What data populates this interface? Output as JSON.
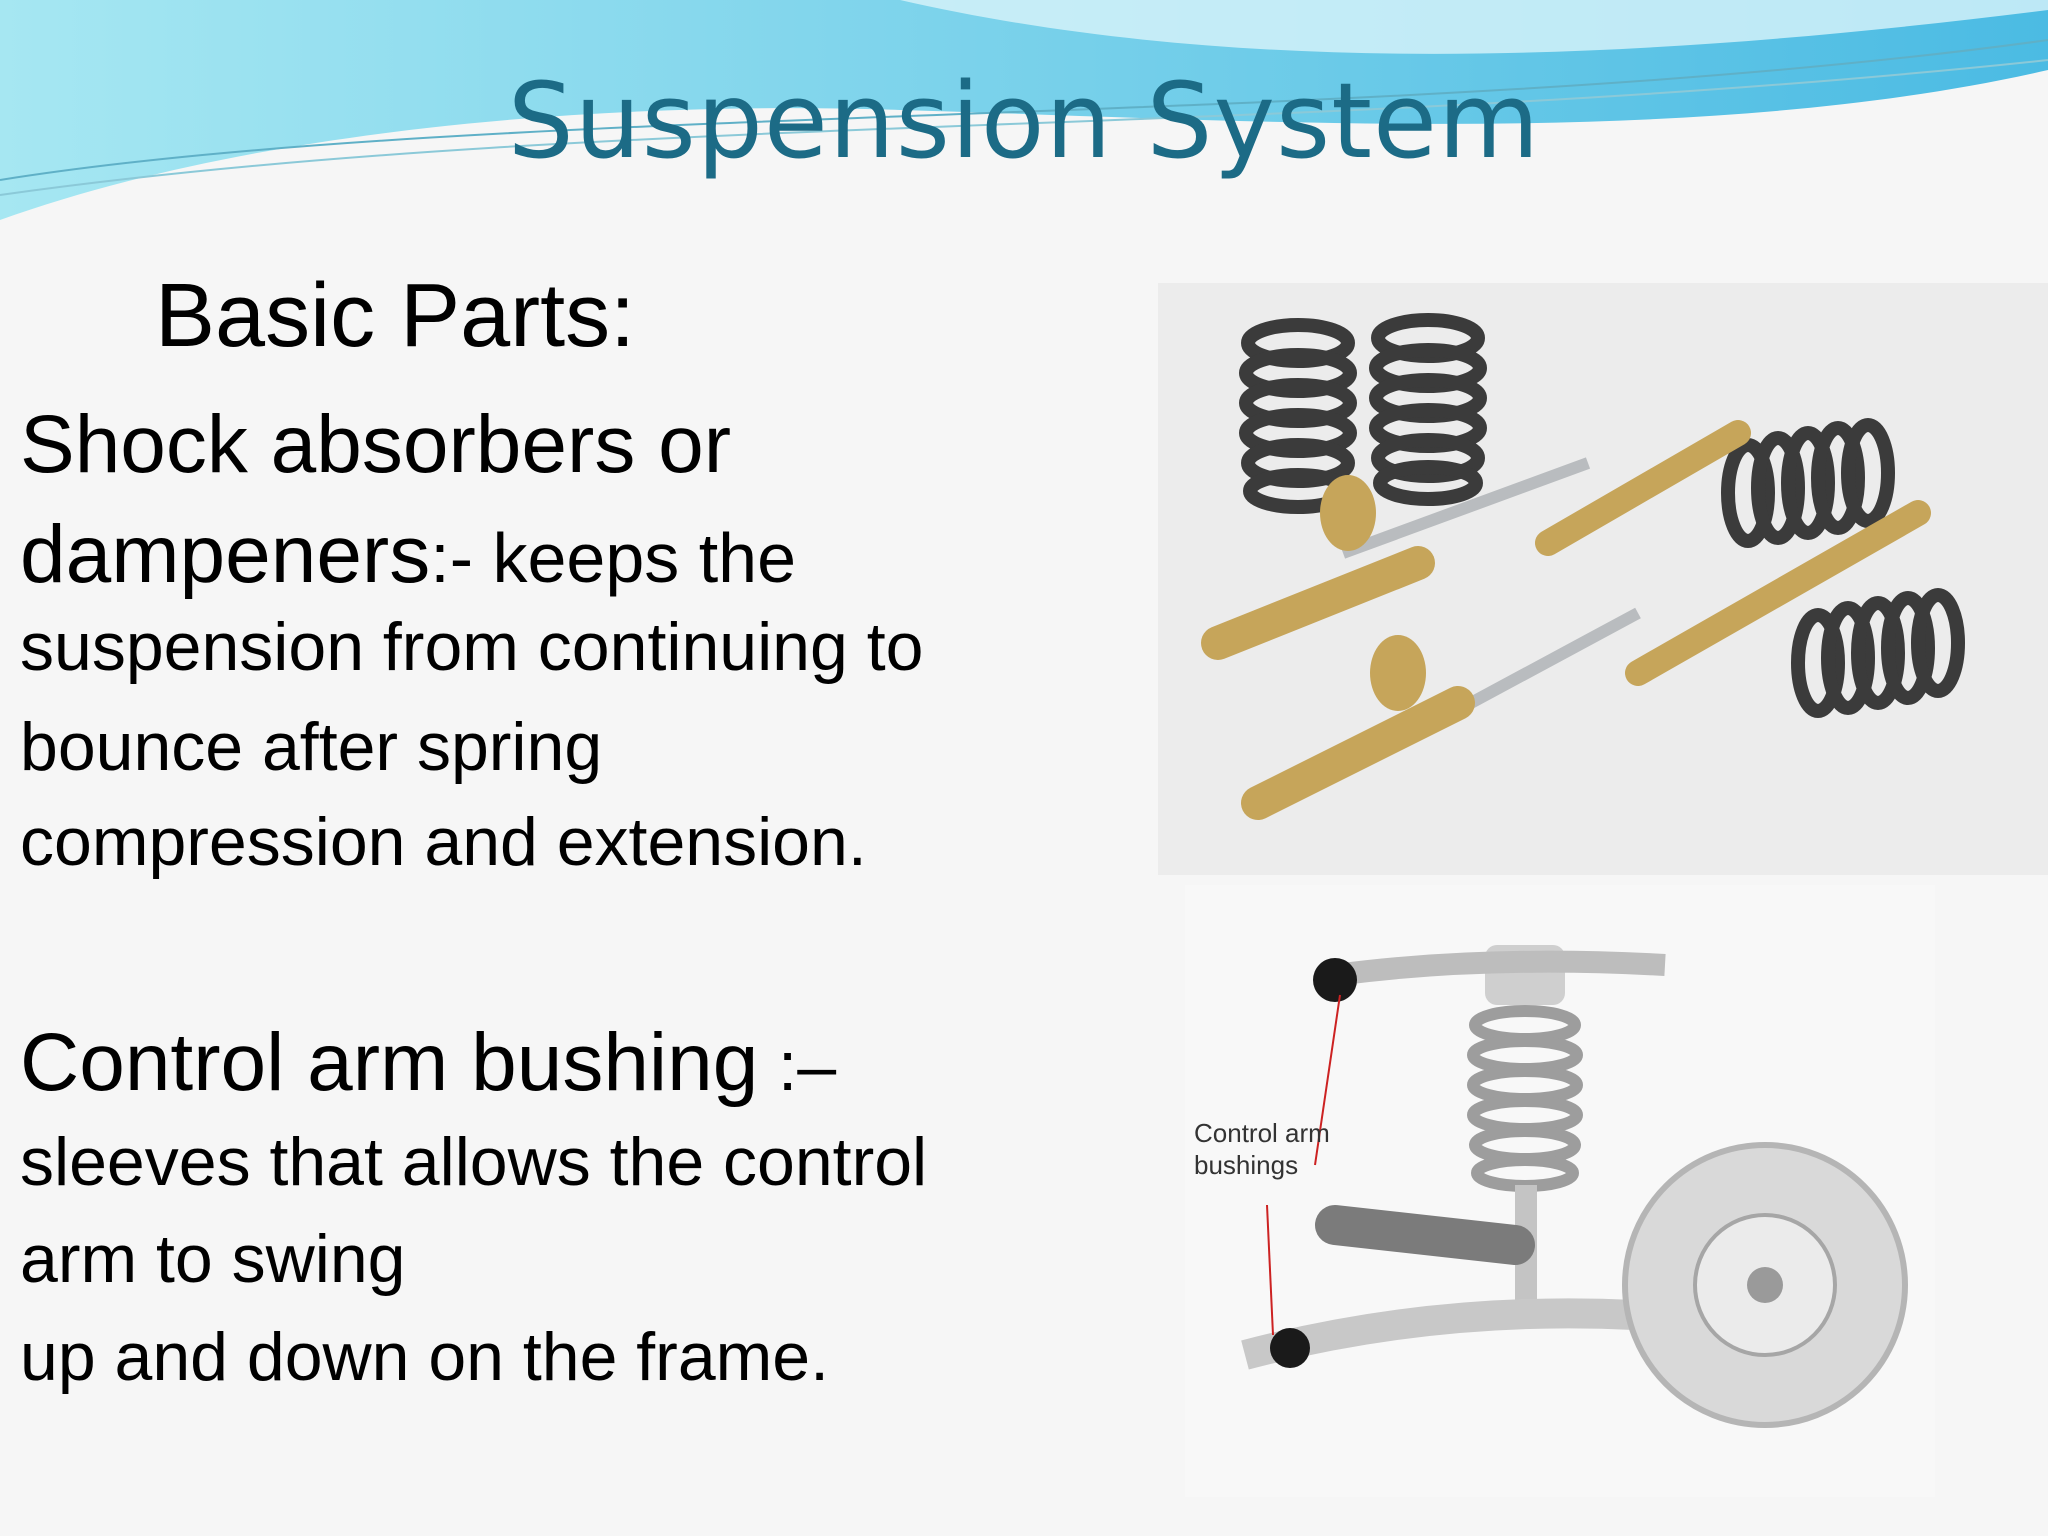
{
  "slide": {
    "title": "Suspension System",
    "heading": "Basic Parts:",
    "shock": {
      "line1": "Shock absorbers or",
      "term": "dampeners",
      "sep": ":- keeps the",
      "line3": "suspension from continuing to",
      "line4": "bounce after spring",
      "line5": "compression and extension."
    },
    "bushing": {
      "term": "Control arm bushing",
      "sep": " :–",
      "line2": "sleeves that allows the control",
      "line3": "arm to swing",
      "line4": "up and down on the frame."
    },
    "callout": {
      "line1": "Control arm",
      "line2": "bushings"
    }
  },
  "colors": {
    "title": "#1c6b86",
    "wave": "#7fd4ea",
    "strut": "#c6a55a",
    "spring": "#3b3b3b"
  }
}
